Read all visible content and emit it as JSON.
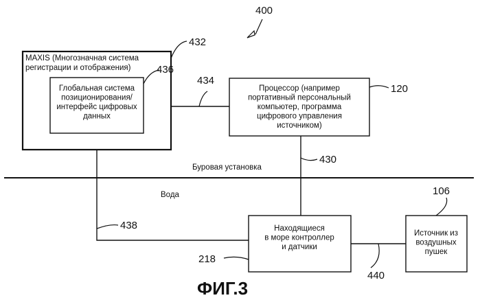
{
  "figure_caption": "ФИГ.3",
  "system_ref": "400",
  "maxis": {
    "ref": "432",
    "title_lines": [
      "MAXIS (Многозначная система",
      "регистрации и отображения)"
    ]
  },
  "gps": {
    "ref": "436",
    "lines": [
      "Глобальная система",
      "позиционирования/",
      "интерфейс цифровых",
      "данных"
    ]
  },
  "processor": {
    "ref": "120",
    "lines": [
      "Процессор (например",
      "портативный персональный",
      "компьютер, программа",
      "цифрового управления",
      "источником)"
    ]
  },
  "controllers": {
    "ref": "218",
    "lines": [
      "Находящиеся",
      "в море контроллер",
      "и датчики"
    ]
  },
  "source": {
    "ref": "106",
    "lines": [
      "Источник из",
      "воздушных",
      "пушек"
    ]
  },
  "links": {
    "gps_processor": "434",
    "processor_controllers": "430",
    "gps_controllers": "438",
    "controllers_source": "440"
  },
  "labels": {
    "rig": "Буровая установка",
    "water": "Вода"
  }
}
